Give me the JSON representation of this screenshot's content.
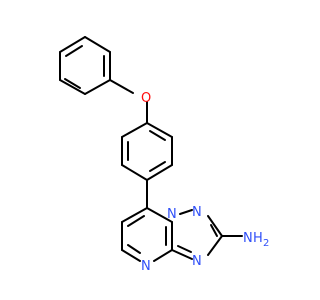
{
  "molecule": {
    "atom_labels": {
      "o_ether": "O",
      "n_bridge": "N",
      "n_triazole_top": "N",
      "n_triazole_bottom": "N",
      "n_pyrimidine": "N",
      "amine_n": "N",
      "amine_h": "H",
      "amine_sub": "2"
    },
    "colors": {
      "bond": "#000000",
      "oxygen": "#ff0d0d",
      "nitrogen": "#3050f8",
      "background": "#ffffff"
    }
  }
}
